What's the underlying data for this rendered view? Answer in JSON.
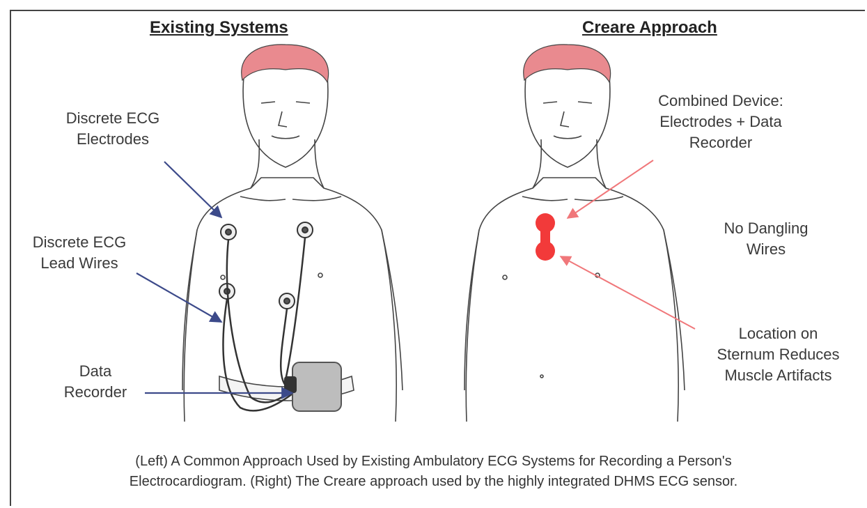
{
  "headings": {
    "left": "Existing Systems",
    "right": "Creare Approach"
  },
  "left_labels": {
    "electrodes": [
      "Discrete ECG",
      "Electrodes"
    ],
    "lead_wires": [
      "Discrete ECG",
      "Lead Wires"
    ],
    "recorder": [
      "Data",
      "Recorder"
    ]
  },
  "right_labels": {
    "combined": [
      "Combined Device:",
      "Electrodes + Data",
      "Recorder"
    ],
    "no_wires": [
      "No Dangling",
      "Wires"
    ],
    "sternum": [
      "Location on",
      "Sternum Reduces",
      "Muscle Artifacts"
    ]
  },
  "caption": [
    "(Left) A Common Approach Used by Existing Ambulatory ECG Systems for Recording a Person's",
    "Electrocardiogram.  (Right) The Creare approach used by the highly integrated DHMS ECG sensor."
  ],
  "colors": {
    "hair": "#e98a8f",
    "left_arrows": "#3c4a8a",
    "right_arrows": "#f0777a",
    "sensor": "#f23a3a",
    "recorder_box": "#bdbdbd"
  }
}
